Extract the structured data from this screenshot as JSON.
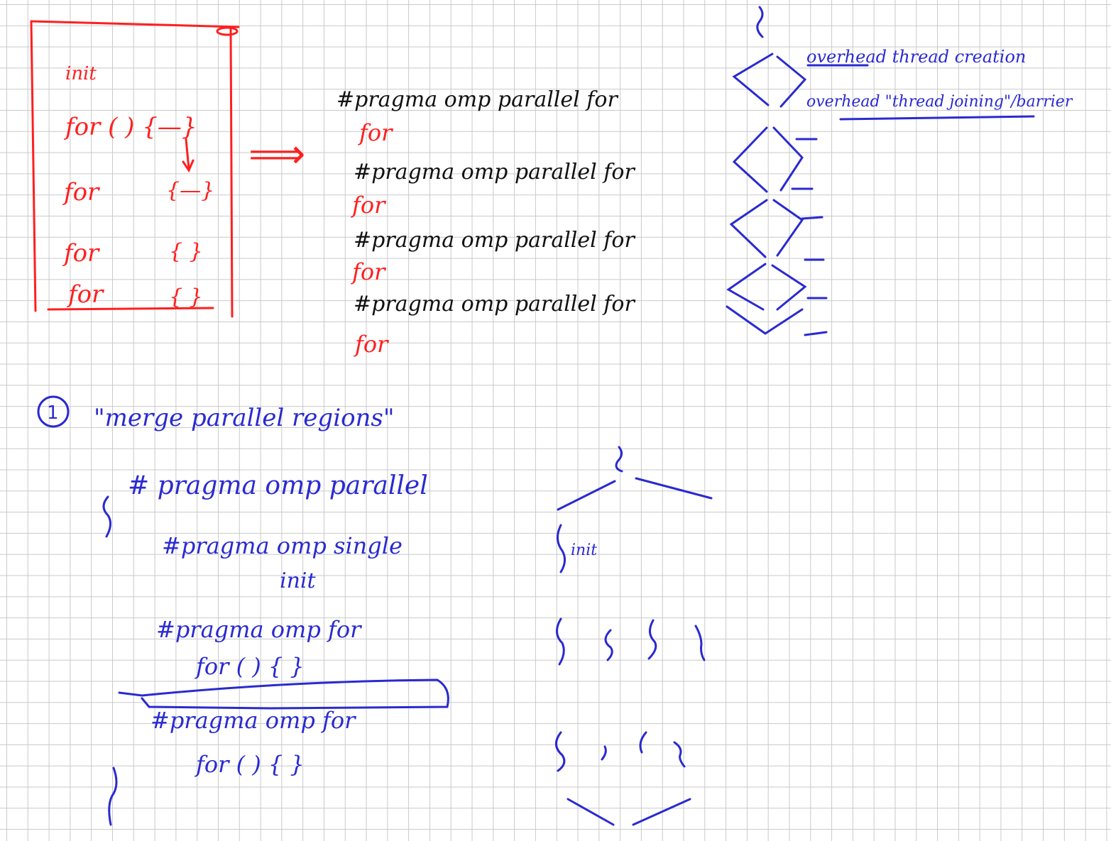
{
  "colors": {
    "red_ink": "#ff1f1f",
    "black_ink": "#111111",
    "blue_ink": "#2a2ad0",
    "grid": "#c9c9c9"
  },
  "left_box": {
    "init": "init",
    "loops": [
      "for (       ) {—}",
      "for",
      "for",
      "for"
    ],
    "bodies": [
      "{—}",
      "{ }",
      "{ }"
    ]
  },
  "arrow": "⟹",
  "transformed": {
    "lines": [
      {
        "pragma": "#pragma omp parallel for",
        "loop": "for"
      },
      {
        "pragma": "#pragma omp parallel for",
        "loop": "for"
      },
      {
        "pragma": "#pragma omp parallel for",
        "loop": "for"
      },
      {
        "pragma": "#pragma omp parallel for",
        "loop": "for"
      }
    ]
  },
  "overhead_notes": {
    "line1": "overhead thread creation",
    "line2": "overhead \"thread joining\"/barrier"
  },
  "section1": {
    "marker": "1",
    "title": "\"merge parallel regions\"",
    "pragma_parallel": "# pragma omp parallel",
    "pragma_single": "#pragma omp single",
    "init": "init",
    "pragma_for_1": "#pragma omp for",
    "for_loop_1": "for (         ) {  }",
    "pragma_for_2": "#pragma omp for",
    "for_loop_2": "for (         )   {  }",
    "diagram_init": "init"
  }
}
